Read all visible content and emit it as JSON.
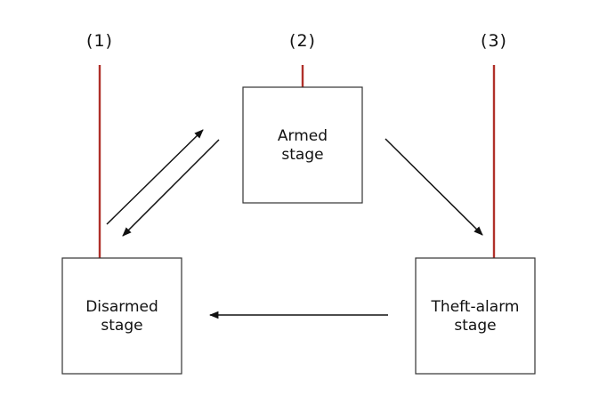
{
  "diagram": {
    "title": "",
    "markers": [
      {
        "id": "1",
        "label": "(1)"
      },
      {
        "id": "2",
        "label": "(2)"
      },
      {
        "id": "3",
        "label": "(3)"
      }
    ],
    "states": {
      "armed": {
        "line1": "Armed",
        "line2": "stage"
      },
      "disarmed": {
        "line1": "Disarmed",
        "line2": "stage"
      },
      "theft": {
        "line1": "Theft-alarm",
        "line2": "stage"
      }
    },
    "transitions": [
      {
        "from": "disarmed",
        "to": "armed"
      },
      {
        "from": "armed",
        "to": "disarmed"
      },
      {
        "from": "armed",
        "to": "theft"
      },
      {
        "from": "theft",
        "to": "disarmed"
      }
    ],
    "colors": {
      "marker_line": "#b0302a",
      "box_border": "#333333",
      "arrow": "#111111"
    }
  }
}
